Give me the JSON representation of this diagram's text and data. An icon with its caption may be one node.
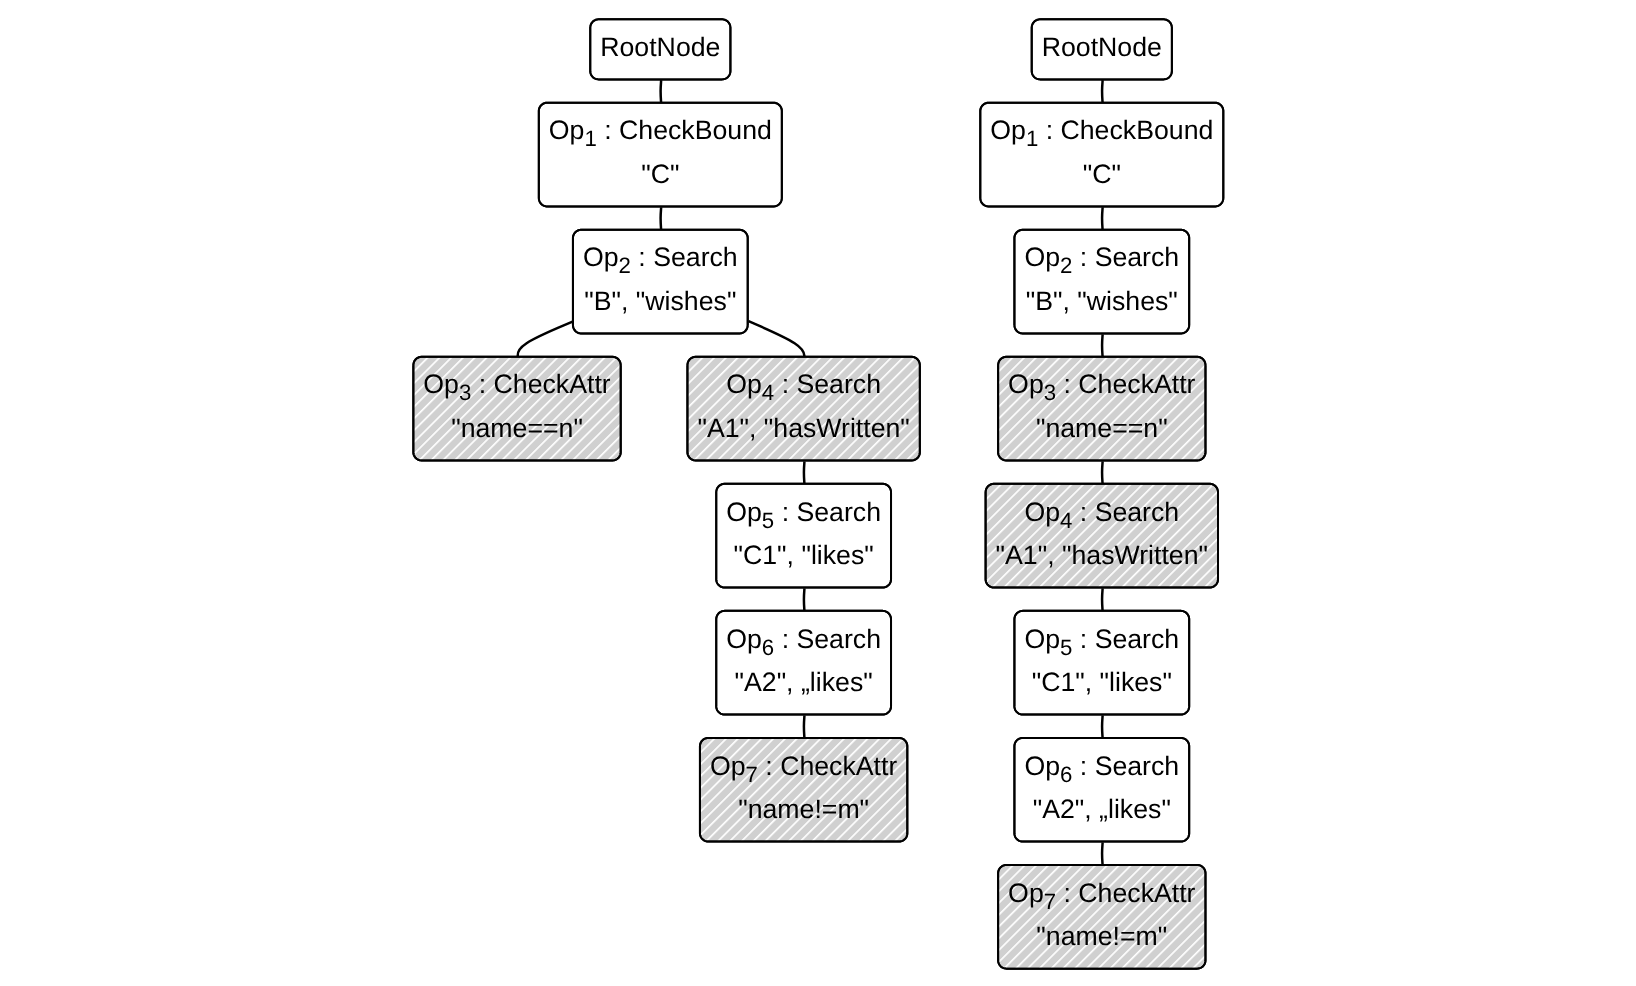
{
  "diagram": {
    "nodes": [
      {
        "text": [
          "RootNode"
        ]
      },
      {
        "text": [
          "Op$_{1}$ : CheckBound",
          "\"C\""
        ]
      },
      {
        "text": [
          "Op$_{2}$ : Search",
          "\"B\", \"wishes\""
        ]
      },
      {
        "text": [
          "Op$_{3}$ : CheckAttr",
          "\"name==n\""
        ]
      },
      {
        "text": [
          "Op$_{4}$ : Search",
          "\"A1\", \"hasWritten\""
        ]
      },
      {
        "text": [
          "Op$_{5}$ : Search",
          "\"C1\", \"likes\""
        ]
      },
      {
        "text": [
          "Op$_{6}$ : Search",
          "\"A2\", „likes\""
        ]
      },
      {
        "text": [
          "Op$_{7}$ : CheckAttr",
          "\"name!=m\""
        ]
      },
      {
        "text": [
          "RootNode"
        ]
      },
      {
        "text": [
          "Op$_{1}$ : CheckBound",
          "\"C\""
        ]
      },
      {
        "text": [
          "Op$_{2}$ : Search",
          "\"B\", \"wishes\""
        ]
      },
      {
        "text": [
          "Op$_{3}$ : CheckAttr",
          "\"name==n\""
        ]
      },
      {
        "text": [
          "Op$_{4}$ : Search",
          "\"A1\", \"hasWritten\""
        ]
      },
      {
        "text": [
          "Op$_{5}$ : Search",
          "\"C1\", \"likes\""
        ]
      },
      {
        "text": [
          "Op$_{6}$ : Search",
          "\"A2\", „likes\""
        ]
      },
      {
        "text": [
          "Op$_{7}$ : CheckAttr",
          "\"name!=m\""
        ]
      }
    ],
    "edges": [
      {
        "from": 0,
        "to": 1,
        "arrow": "none"
      },
      {
        "from": 1,
        "to": 2,
        "arrow": "none"
      },
      {
        "from": 2,
        "to": 3,
        "arrow": "none"
      },
      {
        "from": 2,
        "to": 4,
        "arrow": "none"
      },
      {
        "from": 4,
        "to": 5,
        "arrow": "none"
      },
      {
        "from": 5,
        "to": 6,
        "arrow": "none"
      },
      {
        "from": 6,
        "to": 7,
        "arrow": "none"
      },
      {
        "from": 8,
        "to": 9,
        "arrow": "none"
      },
      {
        "from": 9,
        "to": 10,
        "arrow": "none"
      },
      {
        "from": 10,
        "to": 11,
        "arrow": "none"
      },
      {
        "from": 11,
        "to": 12,
        "arrow": "none"
      },
      {
        "from": 12,
        "to": 13,
        "arrow": "none"
      },
      {
        "from": 13,
        "to": 14,
        "arrow": "none"
      },
      {
        "from": 14,
        "to": 15,
        "arrow": "none"
      }
    ]
  }
}
